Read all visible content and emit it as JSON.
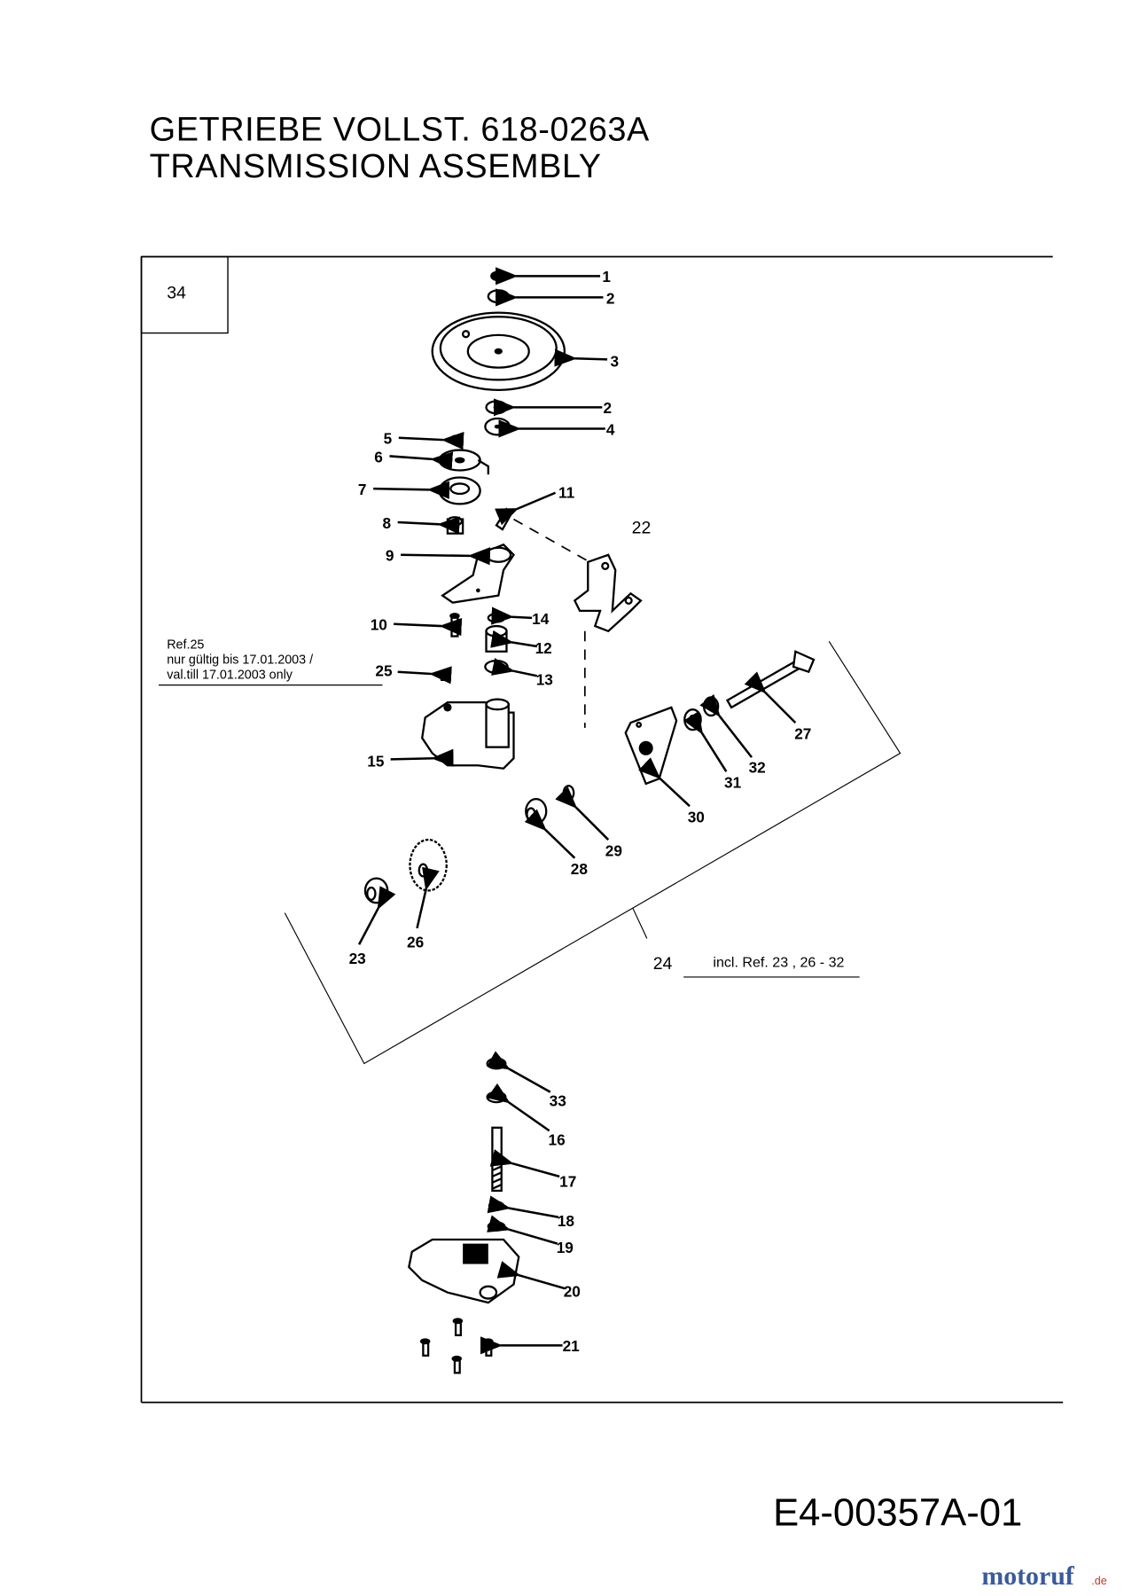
{
  "title": {
    "line1": "GETRIEBE  VOLLST.  618-0263A",
    "line2": "TRANSMISSION  ASSEMBLY"
  },
  "box_label": "34",
  "note": {
    "ref": "Ref.25",
    "line1": "nur gültig bis 17.01.2003 /",
    "line2": "val.till 17.01.2003  only"
  },
  "group": {
    "label": "24",
    "includes": "incl. Ref. 23 , 26 - 32"
  },
  "callouts": [
    "1",
    "2",
    "3",
    "2",
    "4",
    "5",
    "6",
    "7",
    "8",
    "9",
    "10",
    "11",
    "12",
    "13",
    "14",
    "15",
    "22",
    "25",
    "27",
    "28",
    "29",
    "30",
    "31",
    "32",
    "23",
    "26",
    "33",
    "16",
    "17",
    "18",
    "19",
    "20",
    "21"
  ],
  "drawing_code": "E4-00357A-01",
  "watermark": {
    "brand": "motoruf",
    "tld": ".de"
  }
}
